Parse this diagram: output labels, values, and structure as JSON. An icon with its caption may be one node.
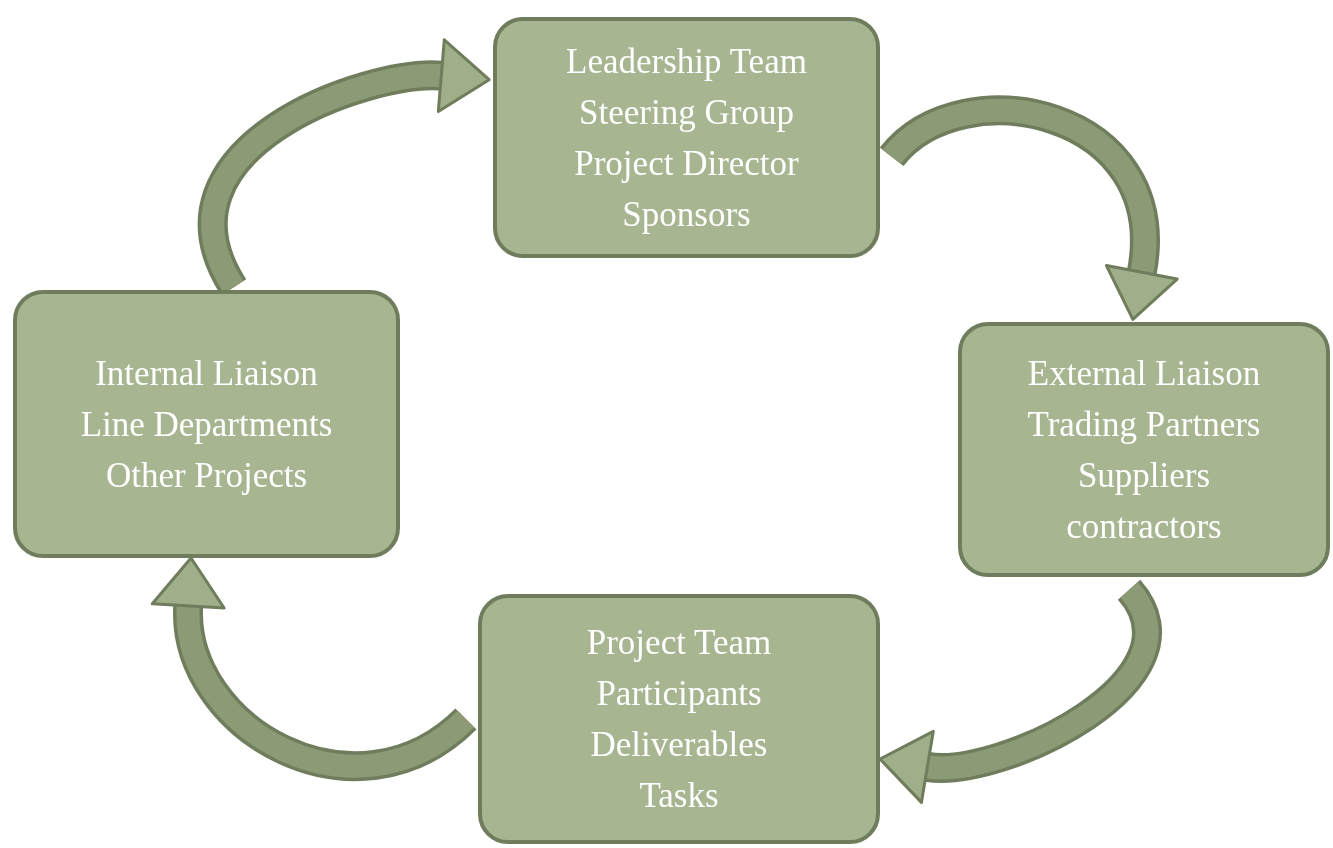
{
  "diagram": {
    "nodes": [
      {
        "text": [
          "Leadership Team",
          "Steering Group",
          "Project Director",
          "Sponsors"
        ]
      },
      {
        "text": [
          "External Liaison",
          "Trading Partners",
          "Suppliers",
          "contractors"
        ]
      },
      {
        "text": [
          "Project Team",
          "Participants",
          "Deliverables",
          "Tasks"
        ]
      },
      {
        "text": [
          "Internal Liaison",
          "Line Departments",
          "Other Projects"
        ]
      }
    ],
    "edges": [
      {
        "from": 0,
        "to": 1,
        "arrow": "to"
      },
      {
        "from": 1,
        "to": 2,
        "arrow": "to"
      },
      {
        "from": 2,
        "to": 3,
        "arrow": "to"
      },
      {
        "from": 3,
        "to": 0,
        "arrow": "to"
      }
    ]
  }
}
